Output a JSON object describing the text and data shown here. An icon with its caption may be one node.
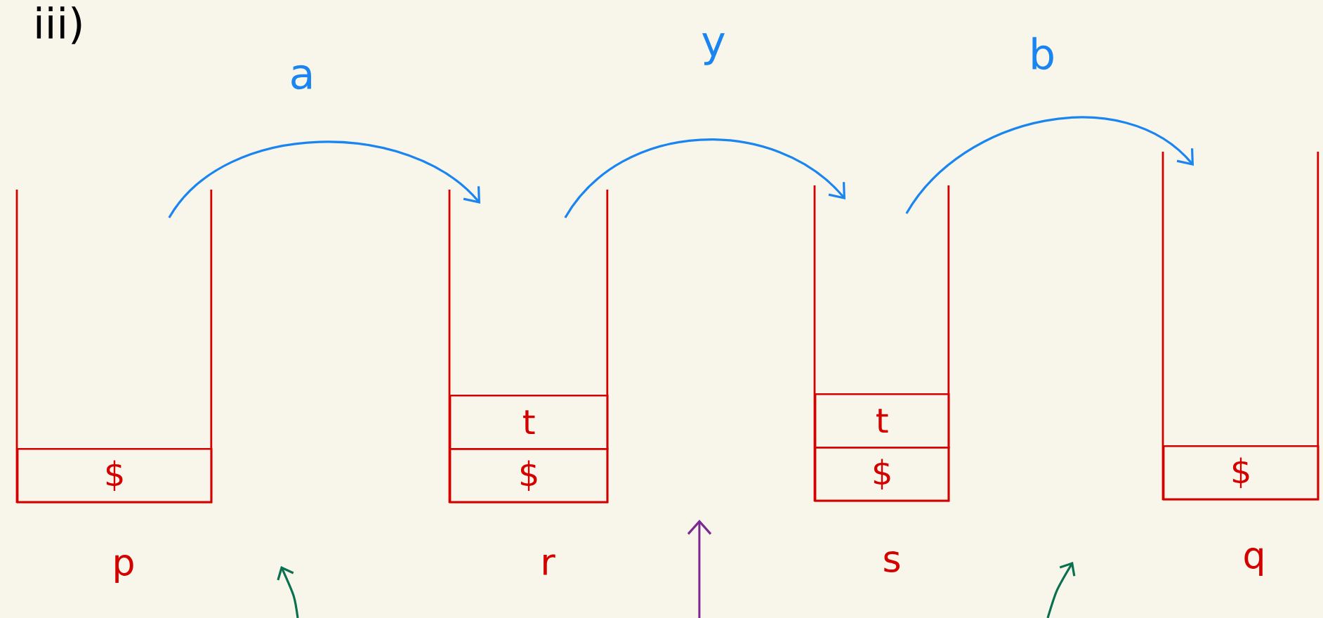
{
  "diagram": {
    "nodes": [
      {
        "text": [],
        "shape": "box",
        "beside": [
          "p"
        ]
      },
      {
        "text": [
          "$"
        ],
        "in": 0
      },
      {
        "text": [],
        "shape": "box",
        "beside": [
          "r"
        ]
      },
      {
        "text": [
          "t"
        ],
        "in": 2
      },
      {
        "text": [
          "$"
        ],
        "in": 2
      },
      {
        "text": [],
        "shape": "box",
        "beside": [
          "s"
        ]
      },
      {
        "text": [
          "t"
        ],
        "in": 5
      },
      {
        "text": [
          "$"
        ],
        "in": 5
      },
      {
        "text": [],
        "shape": "box",
        "beside": [
          "q"
        ]
      },
      {
        "text": [
          "$"
        ],
        "in": 8
      }
    ],
    "edges": [
      {
        "from": 0,
        "to": 2,
        "arrow": "to",
        "label": "a"
      },
      {
        "from": 2,
        "to": 5,
        "arrow": "to",
        "label": "y"
      },
      {
        "from": 5,
        "to": 8,
        "arrow": "to",
        "label": "b"
      }
    ],
    "labels": [
      "iii)"
    ]
  }
}
